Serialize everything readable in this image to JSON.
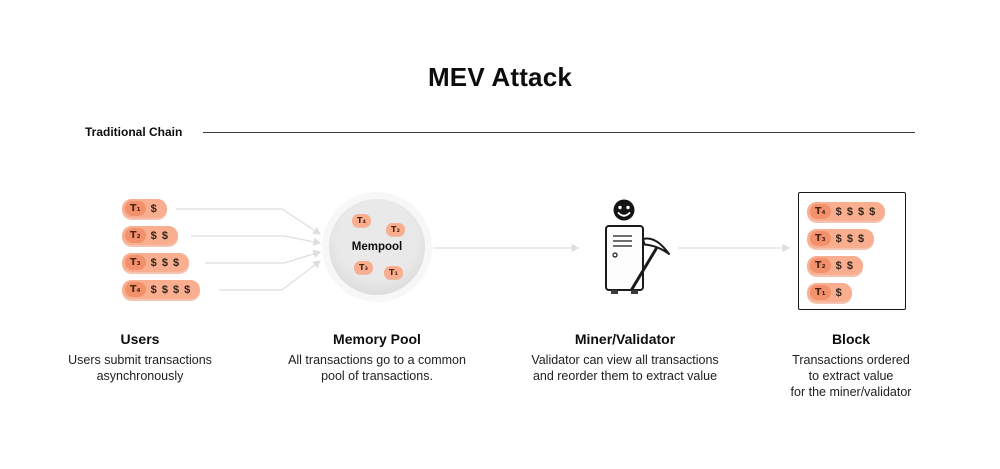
{
  "title": "MEV Attack",
  "section": {
    "label": "Traditional Chain"
  },
  "stages": {
    "users": {
      "title": "Users",
      "description": "Users submit transactions\nasynchronously",
      "transactions": [
        {
          "id": "T₁",
          "value": "$"
        },
        {
          "id": "T₂",
          "value": "$ $"
        },
        {
          "id": "T₃",
          "value": "$ $ $"
        },
        {
          "id": "T₄",
          "value": "$ $ $ $"
        }
      ]
    },
    "mempool": {
      "title": "Memory Pool",
      "label": "Mempool",
      "description": "All transactions go to a common\npool of transactions.",
      "chips": [
        {
          "id": "T₄"
        },
        {
          "id": "T₂"
        },
        {
          "id": "T₃"
        },
        {
          "id": "T₁"
        }
      ]
    },
    "miner": {
      "title": "Miner/Validator",
      "description": "Validator can view all transactions\nand reorder them to extract value"
    },
    "block": {
      "title": "Block",
      "description": "Transactions ordered\nto extract value\nfor the miner/validator",
      "transactions": [
        {
          "id": "T₄",
          "value": "$ $ $ $"
        },
        {
          "id": "T₃",
          "value": "$ $ $"
        },
        {
          "id": "T₂",
          "value": "$ $"
        },
        {
          "id": "T₁",
          "value": "$"
        }
      ]
    }
  },
  "colors": {
    "pill": "#F8AE8F",
    "pill_chip": "#F2916C",
    "mempool_bg": "#E9E9EA",
    "arrow": "#DEDEDE"
  }
}
